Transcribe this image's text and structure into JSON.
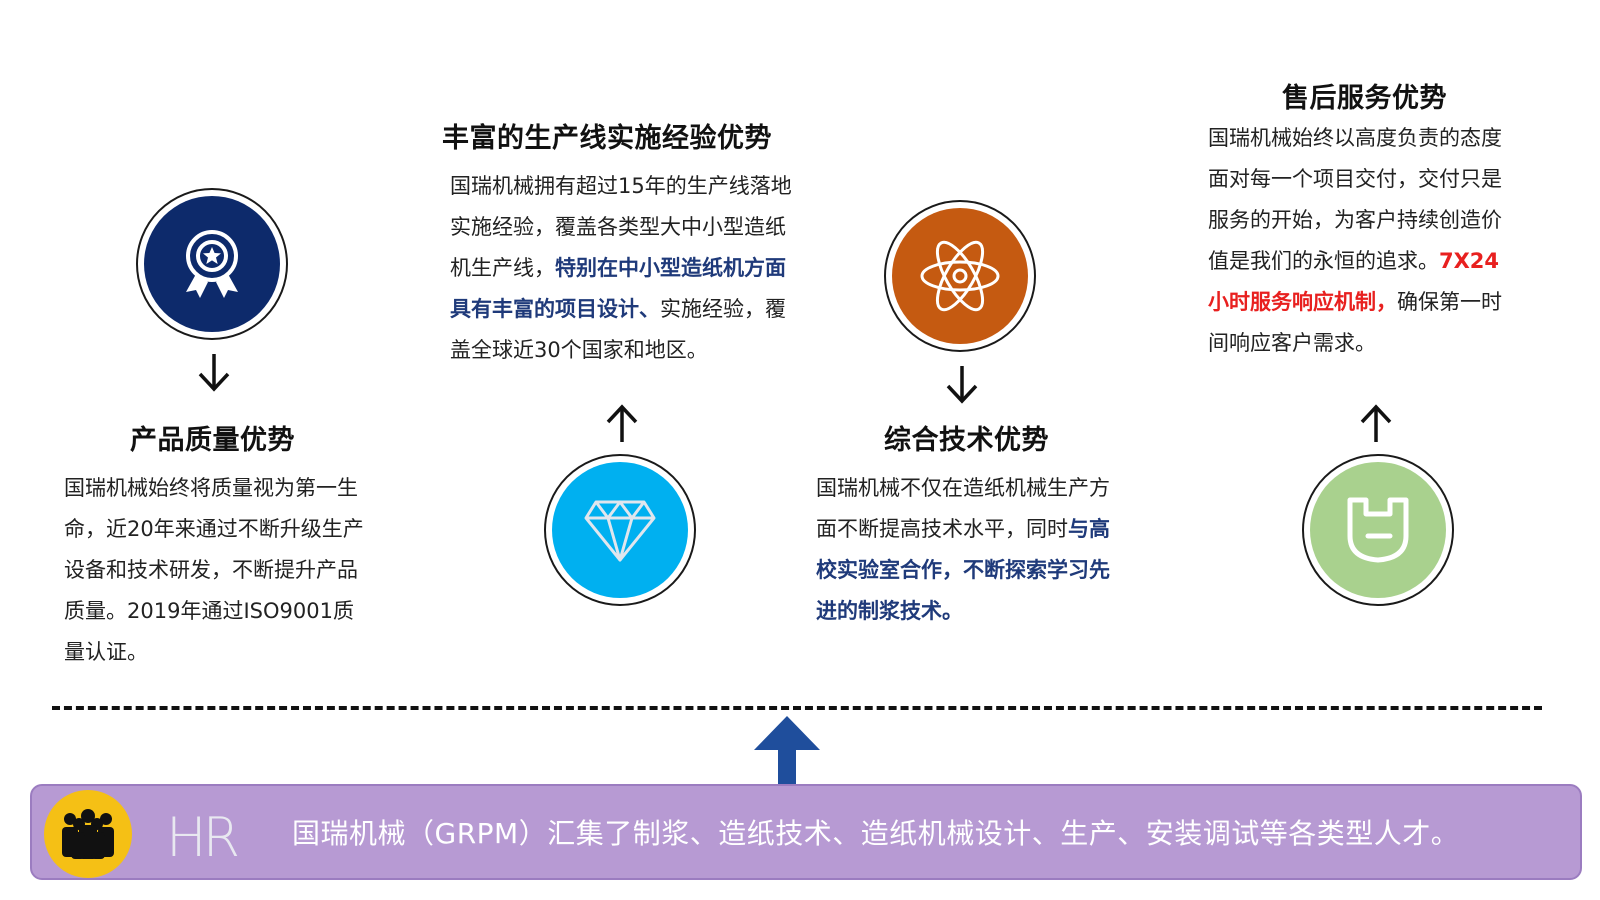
{
  "sections": {
    "quality": {
      "title": "产品质量优势",
      "icon": "award-medal-icon",
      "lines": [
        "国瑞机械始终将质量视为第一生",
        "命，近20年来通过不断升级生产",
        "设备和技术研发，不断提升产品",
        "质量。2019年通过ISO9001质",
        "量认证。"
      ]
    },
    "experience": {
      "title": "丰富的生产线实施经验优势",
      "icon": "diamond-icon",
      "l1": "国瑞机械拥有超过15年的生产线落地",
      "l2": "实施经验，覆盖各类型大中小型造纸",
      "l3a": "机生产线，",
      "l3b": "特别在中小型造纸机方面",
      "l4a": "具有丰富的项目设计、",
      "l4b": "实施经验，覆",
      "l5": "盖全球近30个国家和地区。"
    },
    "technology": {
      "title": "综合技术优势",
      "icon": "atom-icon",
      "l1": "国瑞机械不仅在造纸机械生产方",
      "l2a": "面不断提高技术水平，同时",
      "l2b": "与高",
      "l3": "校实验室合作，不断探索学习先",
      "l4": "进的制浆技术。"
    },
    "service": {
      "title": "售后服务优势",
      "icon": "wrench-icon",
      "l1": "国瑞机械始终以高度负责的态度",
      "l2": "面对每一个项目交付，交付只是",
      "l3": "服务的开始，为客户持续创造价",
      "l4a": "值是我们的永恒的追求。",
      "l4b": "7X24",
      "l5a": "小时服务响应机制，",
      "l5b": "确保第一时",
      "l6": "间响应客户需求。"
    }
  },
  "banner": {
    "text": "国瑞机械（GRPM）汇集了制浆、造纸技术、造纸机械设计、生产、安装调试等各类型人才。",
    "logo": "HR",
    "icon": "people-group-icon"
  },
  "colors": {
    "navy": "#0d2a6b",
    "sky": "#00b0f0",
    "orange": "#c55a11",
    "green": "#a9d18e",
    "purple": "#b79ad3",
    "yellow": "#f5c015",
    "highlight_blue": "#1f3a7a",
    "highlight_red": "#e8201f",
    "big_arrow": "#1f4e9c"
  }
}
